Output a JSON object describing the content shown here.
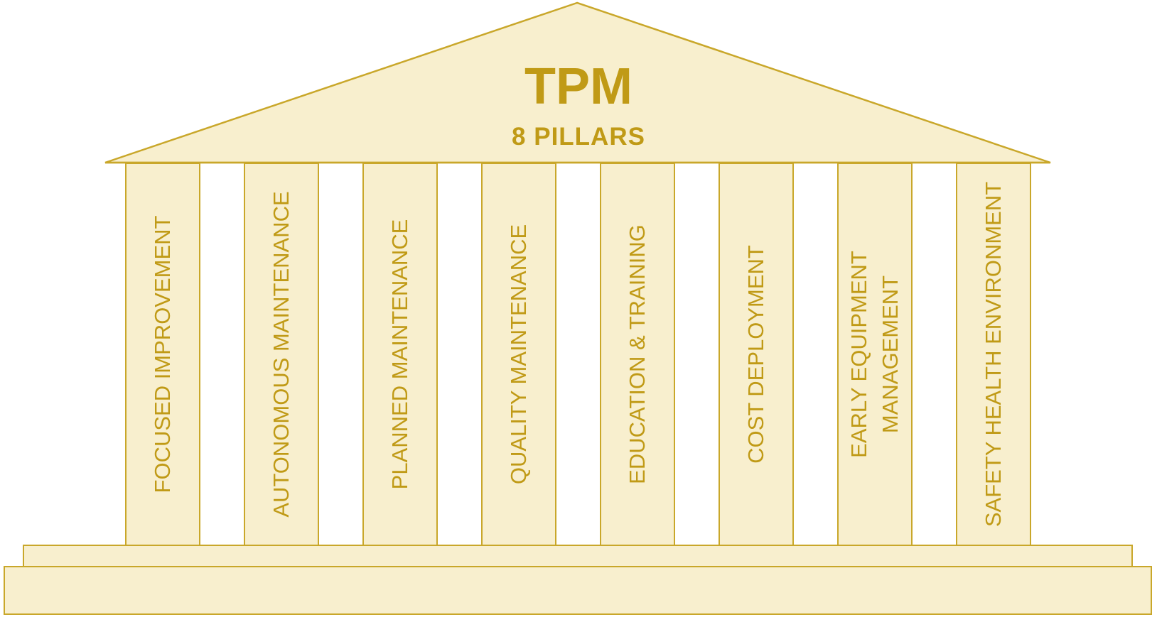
{
  "title": "TPM",
  "subtitle": "8 PILLARS",
  "pillars": [
    {
      "label": "FOCUSED IMPROVEMENT"
    },
    {
      "label": "AUTONOMOUS MAINTENANCE"
    },
    {
      "label": "PLANNED MAINTENANCE"
    },
    {
      "label": "QUALITY  MAINTENANCE"
    },
    {
      "label": "EDUCATION & TRAINING"
    },
    {
      "label": "COST DEPLOYMENT"
    },
    {
      "label": "EARLY EQUIPMENT\nMANAGEMENT"
    },
    {
      "label": "SAFETY HEALTH ENVIRONMENT"
    }
  ],
  "colors": {
    "text": "#c09a16",
    "fill": "#f8efce",
    "border": "#c9a72a"
  }
}
